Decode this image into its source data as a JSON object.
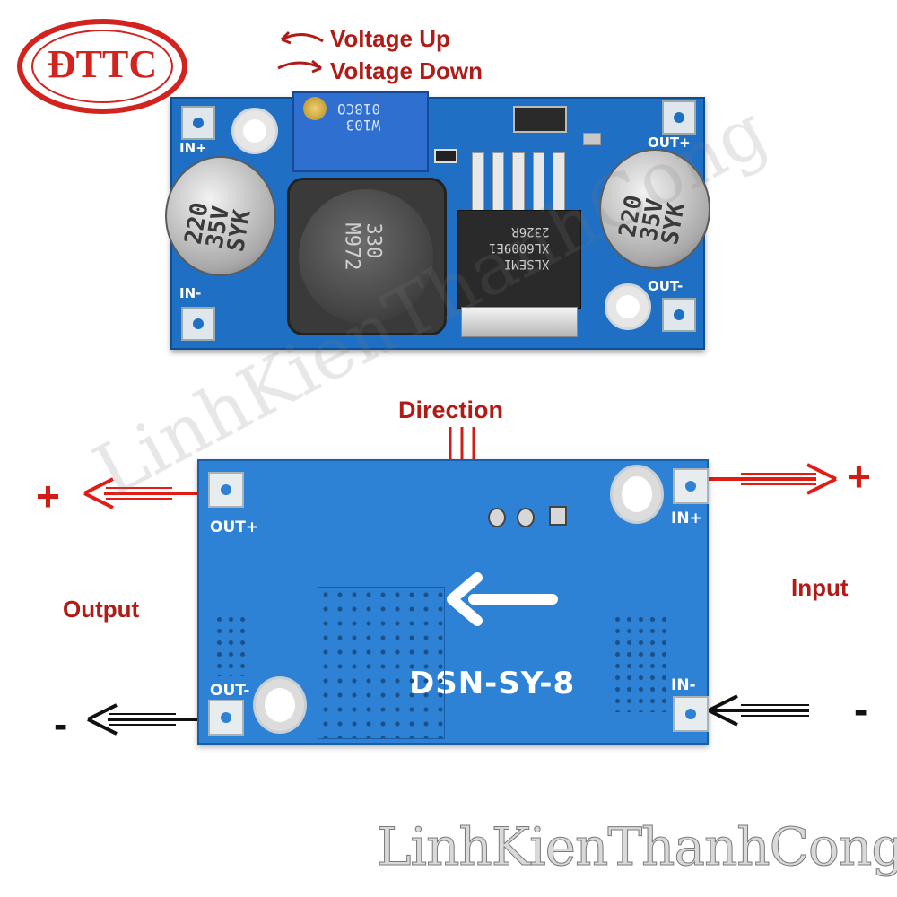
{
  "logo": {
    "text": "ĐTTC",
    "color": "#d2231f"
  },
  "top_board": {
    "labels": {
      "voltage_up": "Voltage Up",
      "voltage_down": "Voltage Down",
      "in_plus": "IN+",
      "in_minus": "IN-",
      "out_plus": "OUT+",
      "out_minus": "OUT-"
    },
    "cap_left": [
      "220",
      "35V",
      "SYK"
    ],
    "cap_right": [
      "220",
      "35V",
      "SYK"
    ],
    "inductor": [
      "330",
      "M972"
    ],
    "chip": [
      "XLSEMI",
      "XL6009E1",
      "2326R"
    ],
    "pot": [
      "W103",
      "018CO"
    ],
    "pcb_color": "#1f6fc4"
  },
  "bottom_board": {
    "direction": "Direction",
    "output": "Output",
    "input": "Input",
    "plus_left": "+",
    "minus_left": "-",
    "plus_right": "+",
    "minus_right": "-",
    "out_plus": "OUT+",
    "out_minus": "OUT-",
    "in_plus": "IN+",
    "in_minus": "IN-",
    "model": "DSN-SY-8",
    "pcb_color": "#2e82d6"
  },
  "watermark": {
    "diagonal": "LinhKienThanhCong",
    "bottom": "LinhKienThanhCong"
  }
}
